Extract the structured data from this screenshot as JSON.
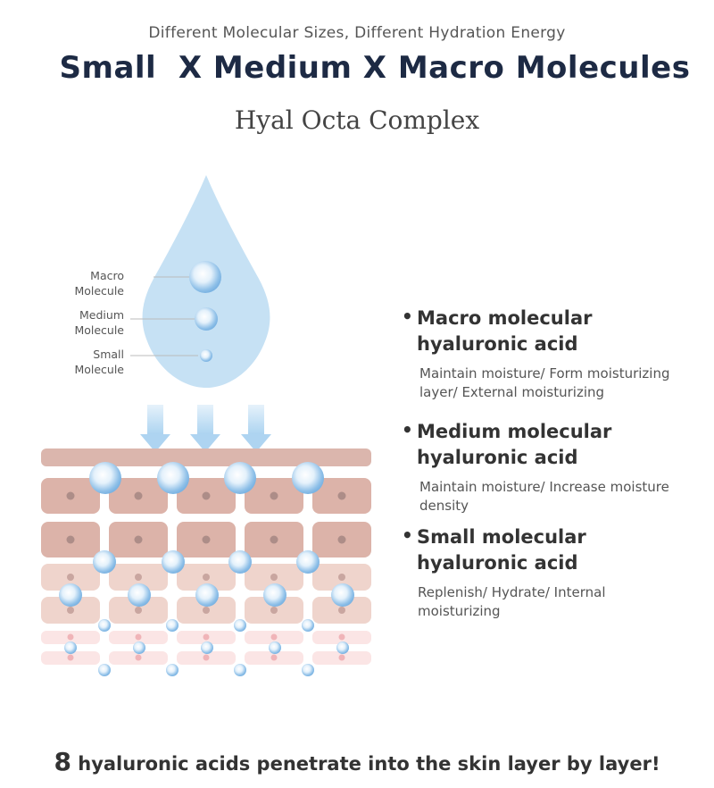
{
  "header": {
    "subtitle": "Different Molecular Sizes, Different Hydration Energy",
    "title": "Small  X Medium X Macro Molecules",
    "complex_name": "Hyal Octa Complex"
  },
  "drop_labels": {
    "macro_1": "Macro",
    "macro_2": "Molecule",
    "medium_1": "Medium",
    "medium_2": "Molecule",
    "small_1": "Small",
    "small_2": "Molecule"
  },
  "benefits": [
    {
      "bullet": "•",
      "title_1": "Macro molecular",
      "title_2": "hyaluronic acid",
      "desc_1": "Maintain moisture/ Form moisturizing",
      "desc_2": "layer/ External moisturizing"
    },
    {
      "bullet": "•",
      "title_1": "Medium molecular",
      "title_2": "hyaluronic acid",
      "desc_1": "Maintain moisture/ Increase moisture",
      "desc_2": "density"
    },
    {
      "bullet": "•",
      "title_1": "Small molecular",
      "title_2": "hyaluronic acid",
      "desc_1": "Replenish/ Hydrate/ Internal",
      "desc_2": "moisturizing"
    }
  ],
  "footer": {
    "number": "8",
    "text": " hyaluronic acids penetrate into the skin layer by layer!"
  },
  "colors": {
    "title": "#1d2a44",
    "drop": "#c3def2",
    "arrow": "#bcdcf3",
    "skin_dark": "#d9b1a8",
    "skin_mid": "#efd2ca",
    "skin_light": "#fae3e3",
    "sphere": "#a8cfee"
  },
  "icons": [
    "water-drop-icon",
    "down-arrow-icon",
    "molecule-sphere-icon",
    "skin-cell-icon"
  ]
}
